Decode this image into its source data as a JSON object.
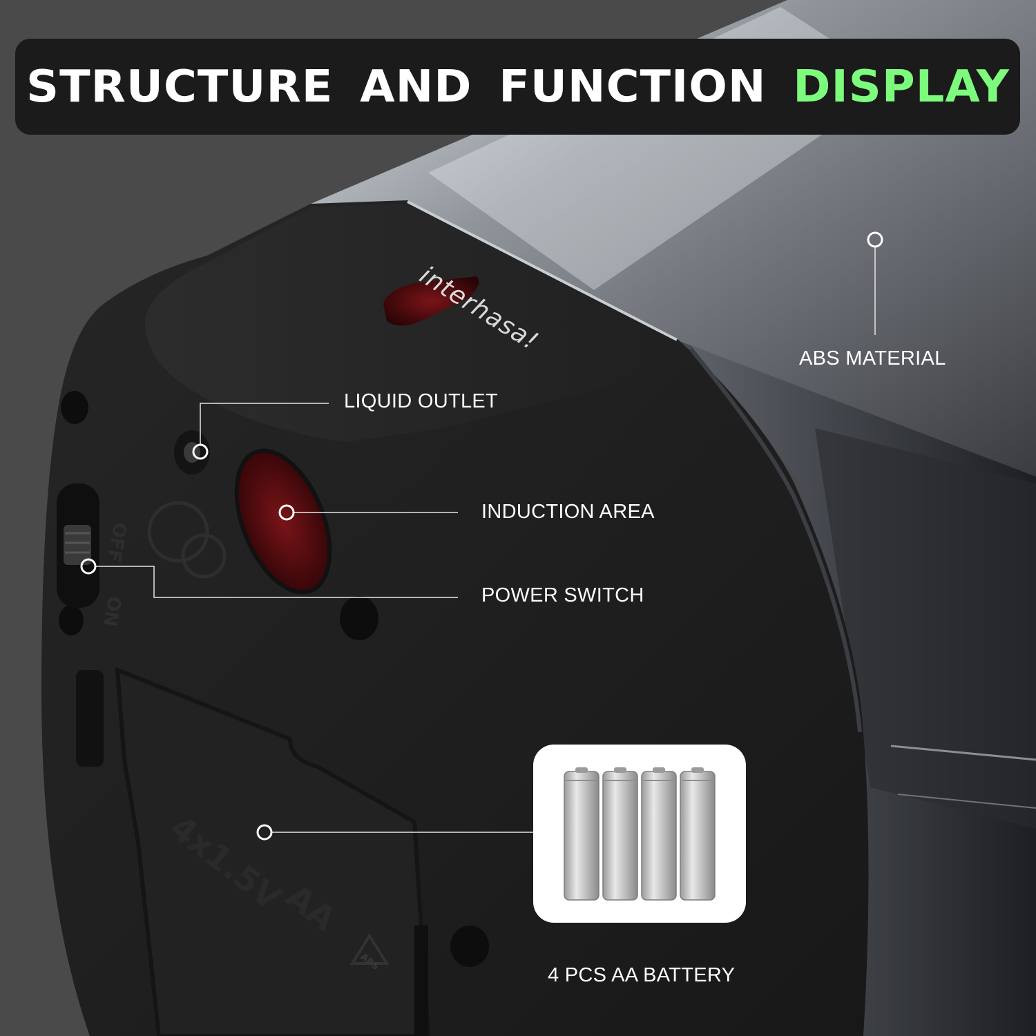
{
  "banner": {
    "title_part1": "STRUCTURE",
    "title_part2": "AND",
    "title_part3": "FUNCTION",
    "title_highlight": "DISPLAY",
    "highlight_color": "#7dfb7d"
  },
  "product": {
    "brand": "interhasa!",
    "switch_off": "OFF",
    "switch_on": "ON",
    "battery_mark": "4x1.5V",
    "battery_type": "AA",
    "recycle_mark": "ABS"
  },
  "callouts": {
    "abs_material": "ABS MATERIAL",
    "liquid_outlet": "LIQUID OUTLET",
    "induction_area": "INDUCTION AREA",
    "power_switch": "POWER SWITCH",
    "battery": "4 PCS AA BATTERY"
  },
  "battery_count": 4
}
